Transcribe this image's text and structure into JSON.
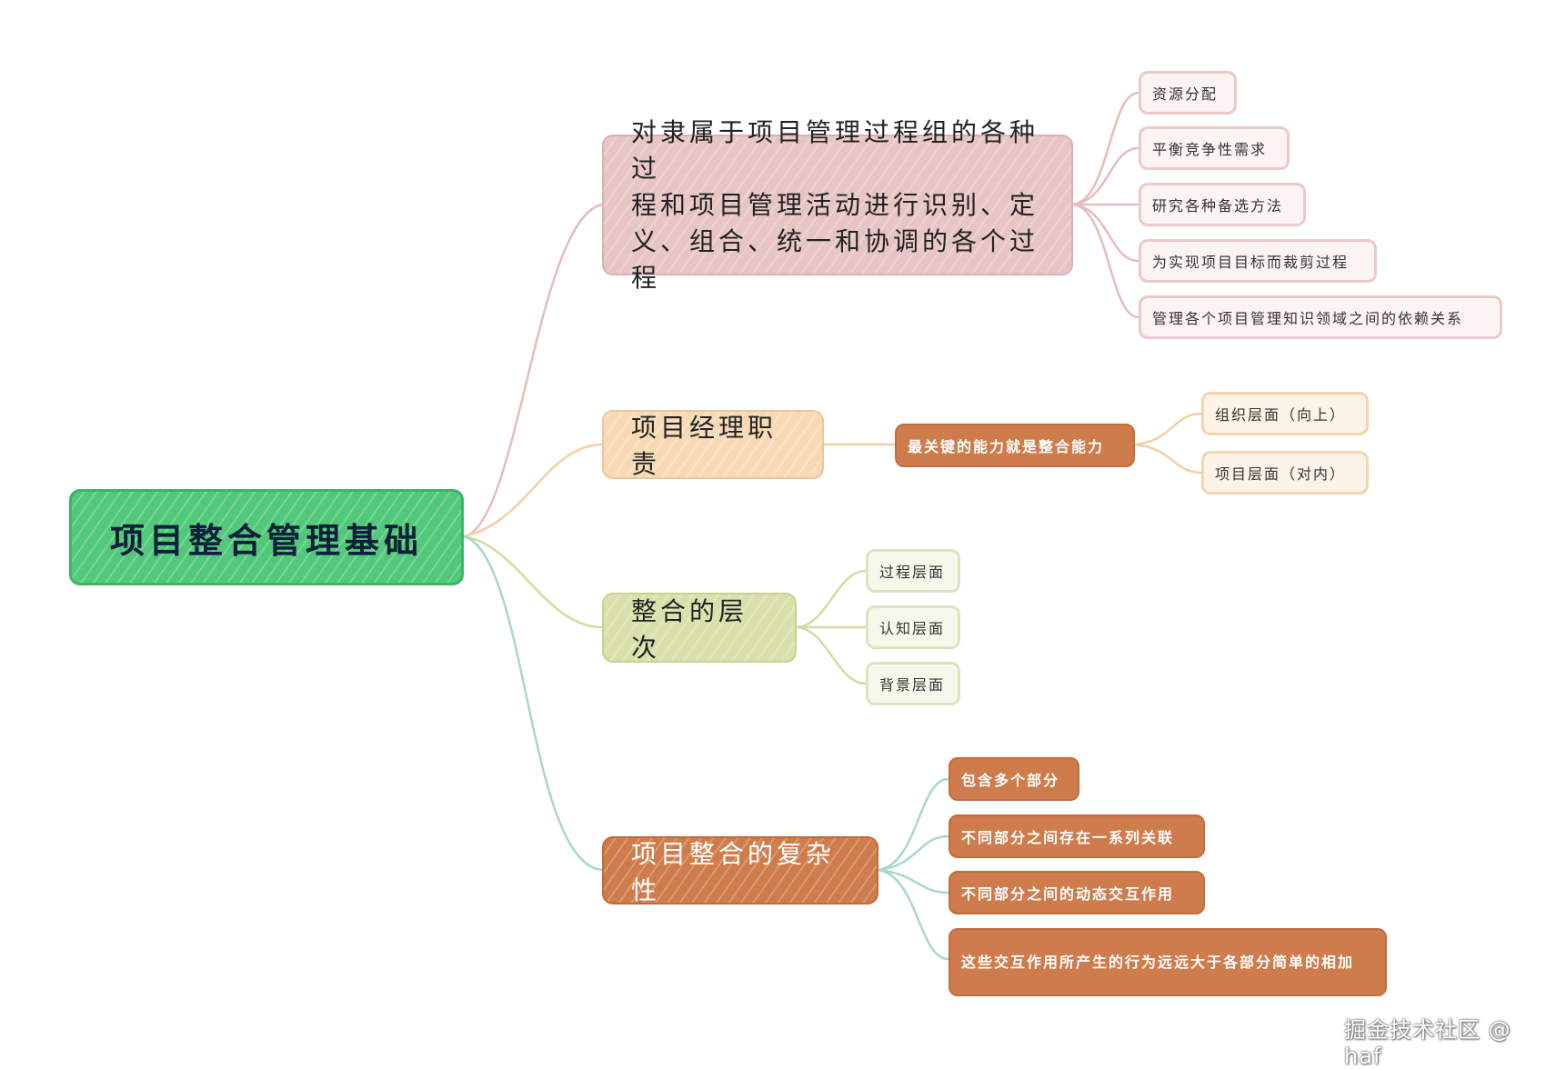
{
  "mindmap": {
    "root": "项目整合管理基础",
    "branches": [
      {
        "label": "对隶属于项目管理过程组的各种过程和项目管理活动进行识别、定义、组合、统一和协调的各个过程",
        "lines": [
          "对隶属于项目管理过程组的各种过",
          "程和项目管理活动进行识别、定",
          "义、组合、统一和协调的各个过程"
        ],
        "children": [
          "资源分配",
          "平衡竞争性需求",
          "研究各种备选方法",
          "为实现项目目标而裁剪过程",
          "管理各个项目管理知识领域之间的依赖关系"
        ],
        "color": "#e8c5c5"
      },
      {
        "label": "项目经理职责",
        "intermediate": "最关键的能力就是整合能力",
        "children": [
          "组织层面（向上）",
          "项目层面（对内）"
        ],
        "color": "#f8d9b6"
      },
      {
        "label": "整合的层次",
        "children": [
          "过程层面",
          "认知层面",
          "背景层面"
        ],
        "color": "#d9e0ab"
      },
      {
        "label": "项目整合的复杂性",
        "children": [
          "包含多个部分",
          "不同部分之间存在一系列关联",
          "不同部分之间的动态交互作用",
          "这些交互作用所产生的行为远远大于各部分简单的相加"
        ],
        "color": "#cf7c4c"
      }
    ]
  },
  "watermark": "掘金技术社区 @ haf",
  "colors": {
    "root": "#52c97a",
    "pink": "#e8c5c5",
    "peach": "#f8d9b6",
    "green": "#d9e0ab",
    "orange": "#cf7c4c",
    "teal_line": "#a8d8c8"
  }
}
